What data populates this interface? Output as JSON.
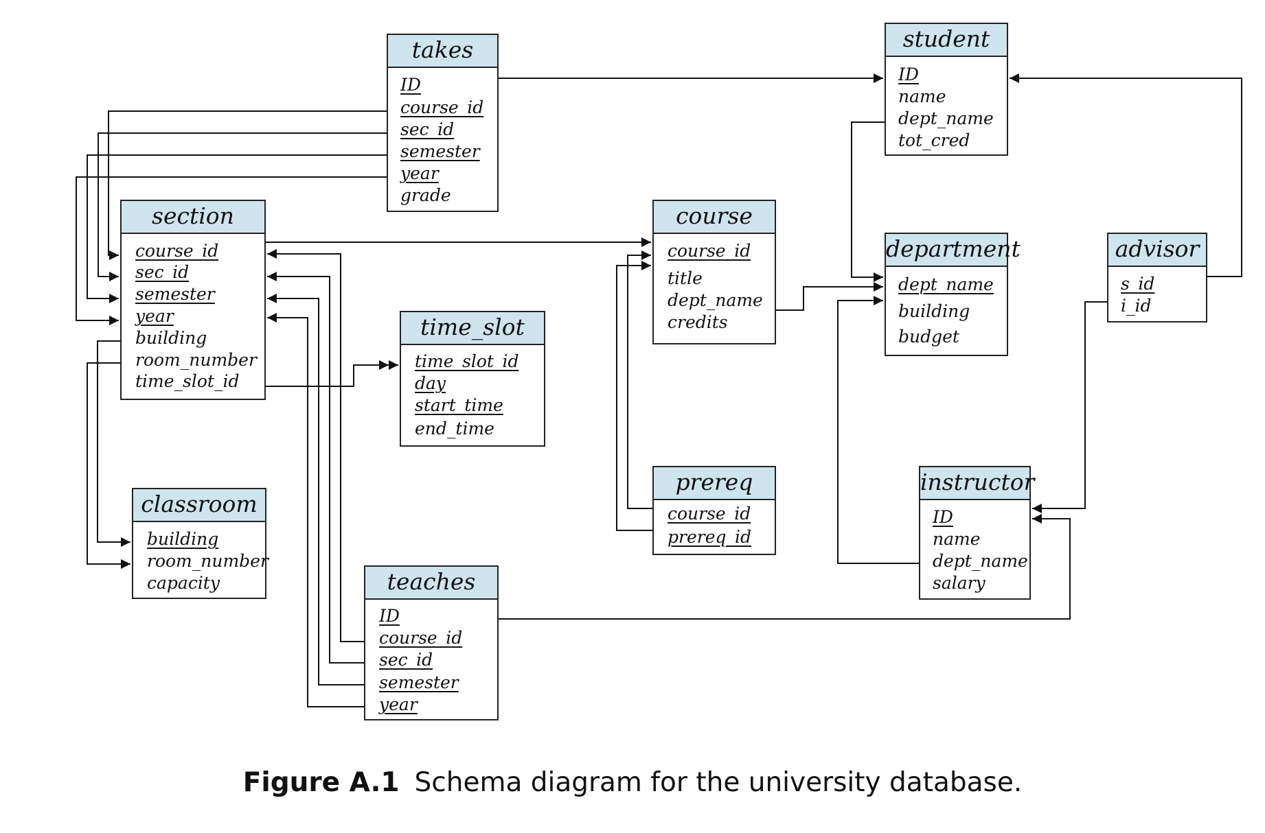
{
  "caption": {
    "figure_label": "Figure A.1",
    "text": "Schema diagram for the university database."
  },
  "tables": {
    "takes": {
      "name": "takes",
      "attributes": [
        {
          "name": "ID",
          "pk": true
        },
        {
          "name": "course_id",
          "pk": true
        },
        {
          "name": "sec_id",
          "pk": true
        },
        {
          "name": "semester",
          "pk": true
        },
        {
          "name": "year",
          "pk": true
        },
        {
          "name": "grade",
          "pk": false
        }
      ]
    },
    "student": {
      "name": "student",
      "attributes": [
        {
          "name": "ID",
          "pk": true
        },
        {
          "name": "name",
          "pk": false
        },
        {
          "name": "dept_name",
          "pk": false
        },
        {
          "name": "tot_cred",
          "pk": false
        }
      ]
    },
    "section": {
      "name": "section",
      "attributes": [
        {
          "name": "course_id",
          "pk": true
        },
        {
          "name": "sec_id",
          "pk": true
        },
        {
          "name": "semester",
          "pk": true
        },
        {
          "name": "year",
          "pk": true
        },
        {
          "name": "building",
          "pk": false
        },
        {
          "name": "room_number",
          "pk": false
        },
        {
          "name": "time_slot_id",
          "pk": false
        }
      ]
    },
    "course": {
      "name": "course",
      "attributes": [
        {
          "name": "course_id",
          "pk": true
        },
        {
          "name": "title",
          "pk": false
        },
        {
          "name": "dept_name",
          "pk": false
        },
        {
          "name": "credits",
          "pk": false
        }
      ]
    },
    "department": {
      "name": "department",
      "attributes": [
        {
          "name": "dept_name",
          "pk": true
        },
        {
          "name": "building",
          "pk": false
        },
        {
          "name": "budget",
          "pk": false
        }
      ]
    },
    "advisor": {
      "name": "advisor",
      "attributes": [
        {
          "name": "s_id",
          "pk": true
        },
        {
          "name": "i_id",
          "pk": false
        }
      ]
    },
    "time_slot": {
      "name": "time_slot",
      "attributes": [
        {
          "name": "time_slot_id",
          "pk": true
        },
        {
          "name": "day",
          "pk": true
        },
        {
          "name": "start_time",
          "pk": true
        },
        {
          "name": "end_time",
          "pk": false
        }
      ]
    },
    "classroom": {
      "name": "classroom",
      "attributes": [
        {
          "name": "building",
          "pk": true
        },
        {
          "name": "room_number",
          "pk": false
        },
        {
          "name": "capacity",
          "pk": false
        }
      ]
    },
    "prereq": {
      "name": "prereq",
      "attributes": [
        {
          "name": "course_id",
          "pk": true
        },
        {
          "name": "prereq_id",
          "pk": true
        }
      ]
    },
    "instructor": {
      "name": "instructor",
      "attributes": [
        {
          "name": "ID",
          "pk": true
        },
        {
          "name": "name",
          "pk": false
        },
        {
          "name": "dept_name",
          "pk": false
        },
        {
          "name": "salary",
          "pk": false
        }
      ]
    },
    "teaches": {
      "name": "teaches",
      "attributes": [
        {
          "name": "ID",
          "pk": true
        },
        {
          "name": "course_id",
          "pk": true
        },
        {
          "name": "sec_id",
          "pk": true
        },
        {
          "name": "semester",
          "pk": true
        },
        {
          "name": "year",
          "pk": true
        }
      ]
    }
  },
  "relationships": [
    {
      "from": "takes.ID",
      "to": "student.ID"
    },
    {
      "from": "takes.course_id",
      "to": "section.course_id"
    },
    {
      "from": "takes.sec_id",
      "to": "section.sec_id"
    },
    {
      "from": "takes.semester",
      "to": "section.semester"
    },
    {
      "from": "takes.year",
      "to": "section.year"
    },
    {
      "from": "section.course_id",
      "to": "course.course_id"
    },
    {
      "from": "section.time_slot_id",
      "to": "time_slot.time_slot_id"
    },
    {
      "from": "section.building",
      "to": "classroom.building"
    },
    {
      "from": "section.room_number",
      "to": "classroom.room_number"
    },
    {
      "from": "teaches.course_id",
      "to": "section.course_id"
    },
    {
      "from": "teaches.sec_id",
      "to": "section.sec_id"
    },
    {
      "from": "teaches.semester",
      "to": "section.semester"
    },
    {
      "from": "teaches.year",
      "to": "section.year"
    },
    {
      "from": "teaches.ID",
      "to": "instructor.ID"
    },
    {
      "from": "prereq.course_id",
      "to": "course.course_id"
    },
    {
      "from": "prereq.prereq_id",
      "to": "course.course_id"
    },
    {
      "from": "course.dept_name",
      "to": "department.dept_name"
    },
    {
      "from": "student.dept_name",
      "to": "department.dept_name"
    },
    {
      "from": "instructor.dept_name",
      "to": "department.dept_name"
    },
    {
      "from": "advisor.s_id",
      "to": "student.ID"
    },
    {
      "from": "advisor.i_id",
      "to": "instructor.ID"
    }
  ]
}
